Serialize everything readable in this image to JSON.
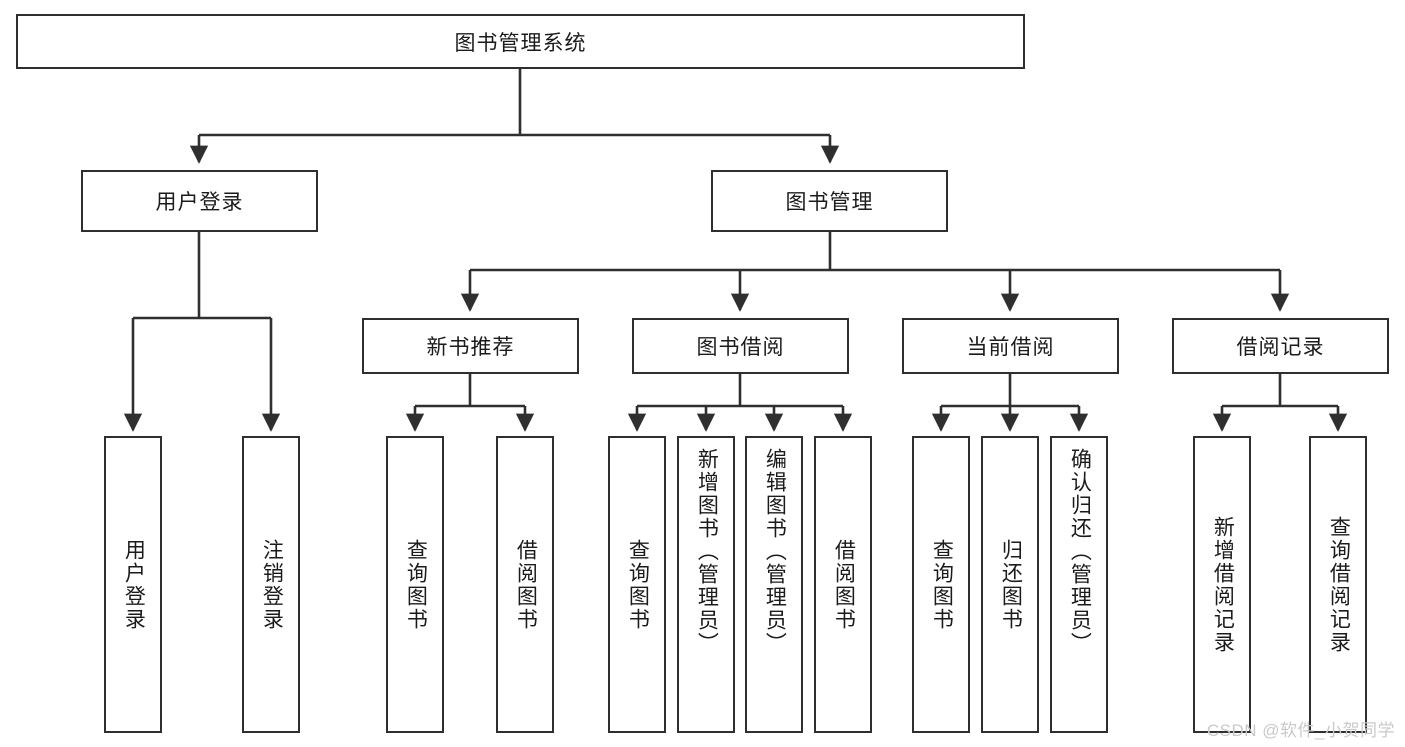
{
  "diagram": {
    "type": "tree",
    "orientation": "top-down",
    "root": {
      "id": "root",
      "label": "图书管理系统"
    },
    "level2": [
      {
        "id": "user-login",
        "label": "用户登录"
      },
      {
        "id": "book-manage",
        "label": "图书管理"
      }
    ],
    "level3": [
      {
        "id": "new-book-rec",
        "label": "新书推荐",
        "parent": "book-manage"
      },
      {
        "id": "book-borrow",
        "label": "图书借阅",
        "parent": "book-manage"
      },
      {
        "id": "current-borrow",
        "label": "当前借阅",
        "parent": "book-manage"
      },
      {
        "id": "borrow-record",
        "label": "借阅记录",
        "parent": "book-manage"
      }
    ],
    "leaves": [
      {
        "id": "leaf-user-login",
        "label": "用户登录",
        "parent": "user-login"
      },
      {
        "id": "leaf-logout",
        "label": "注销登录",
        "parent": "user-login"
      },
      {
        "id": "leaf-query-book-1",
        "label": "查询图书",
        "parent": "new-book-rec"
      },
      {
        "id": "leaf-borrow-book-1",
        "label": "借阅图书",
        "parent": "new-book-rec"
      },
      {
        "id": "leaf-query-book-2",
        "label": "查询图书",
        "parent": "book-borrow"
      },
      {
        "id": "leaf-add-book",
        "label": "新增图书（管理员）",
        "parent": "book-borrow"
      },
      {
        "id": "leaf-edit-book",
        "label": "编辑图书（管理员）",
        "parent": "book-borrow"
      },
      {
        "id": "leaf-borrow-book-2",
        "label": "借阅图书",
        "parent": "book-borrow"
      },
      {
        "id": "leaf-query-book-3",
        "label": "查询图书",
        "parent": "current-borrow"
      },
      {
        "id": "leaf-return-book",
        "label": "归还图书",
        "parent": "current-borrow"
      },
      {
        "id": "leaf-confirm-return",
        "label": "确认归还（管理员）",
        "parent": "current-borrow"
      },
      {
        "id": "leaf-add-record",
        "label": "新增借阅记录",
        "parent": "borrow-record"
      },
      {
        "id": "leaf-query-record",
        "label": "查询借阅记录",
        "parent": "borrow-record"
      }
    ],
    "colors": {
      "stroke": "#2f2f2f",
      "fill": "#ffffff",
      "text": "#1b1b1b",
      "watermark": "#c9c9c9"
    }
  },
  "watermark": {
    "text": "CSDN @软件_小贺同学"
  }
}
